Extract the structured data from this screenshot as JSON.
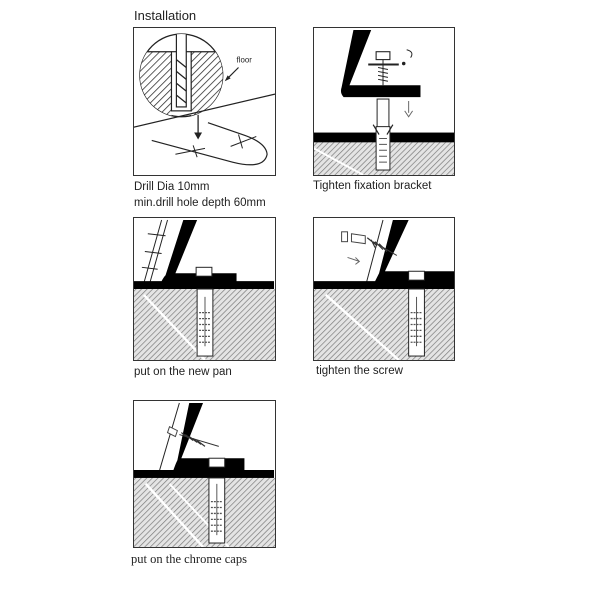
{
  "document": {
    "title": "Installation",
    "steps": [
      {
        "caption_line1": "Drill Dia 10mm",
        "caption_line2": "min.drill hole depth 60mm",
        "label": "floor"
      },
      {
        "caption": "Tighten fixation bracket"
      },
      {
        "caption": "put on the new pan"
      },
      {
        "caption": "tighten the screw"
      },
      {
        "caption": "put on the chrome caps"
      }
    ]
  },
  "colors": {
    "line": "#222222",
    "hatch": "#9a9a9a",
    "fill": "#000000",
    "background": "#ffffff"
  }
}
